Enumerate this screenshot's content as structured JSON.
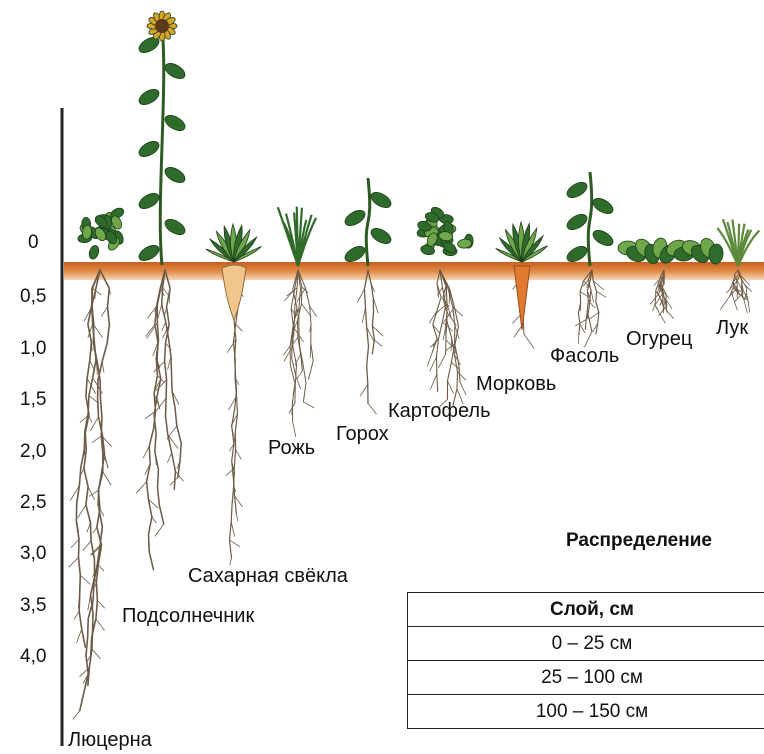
{
  "scale": {
    "ticks": [
      "0",
      "0,5",
      "1,0",
      "1,5",
      "2,0",
      "2,5",
      "3,0",
      "3,5",
      "4,0"
    ]
  },
  "plants": [
    {
      "id": "alfalfa",
      "label": "Люцерна"
    },
    {
      "id": "sunflower",
      "label": "Подсолнечник"
    },
    {
      "id": "sugar-beet",
      "label": "Сахарная свёкла"
    },
    {
      "id": "rye",
      "label": "Рожь"
    },
    {
      "id": "pea",
      "label": "Горох"
    },
    {
      "id": "potato",
      "label": "Картофель"
    },
    {
      "id": "carrot",
      "label": "Морковь"
    },
    {
      "id": "bean",
      "label": "Фасоль"
    },
    {
      "id": "cucumber",
      "label": "Огурец"
    },
    {
      "id": "onion",
      "label": "Лук"
    }
  ],
  "caption": "Распределение",
  "table": {
    "header": "Слой, см",
    "rows": [
      "0 – 25 см",
      "25 – 100 см",
      "100 – 150 см"
    ]
  },
  "colors": {
    "soil": "#d9772f",
    "soil_light": "#f0c49a",
    "leaf": "#2f6b2a",
    "leaf_light": "#6fa84a",
    "root": "#6b5a45",
    "beet": "#f1c58c",
    "carrot": "#e07a2e"
  }
}
